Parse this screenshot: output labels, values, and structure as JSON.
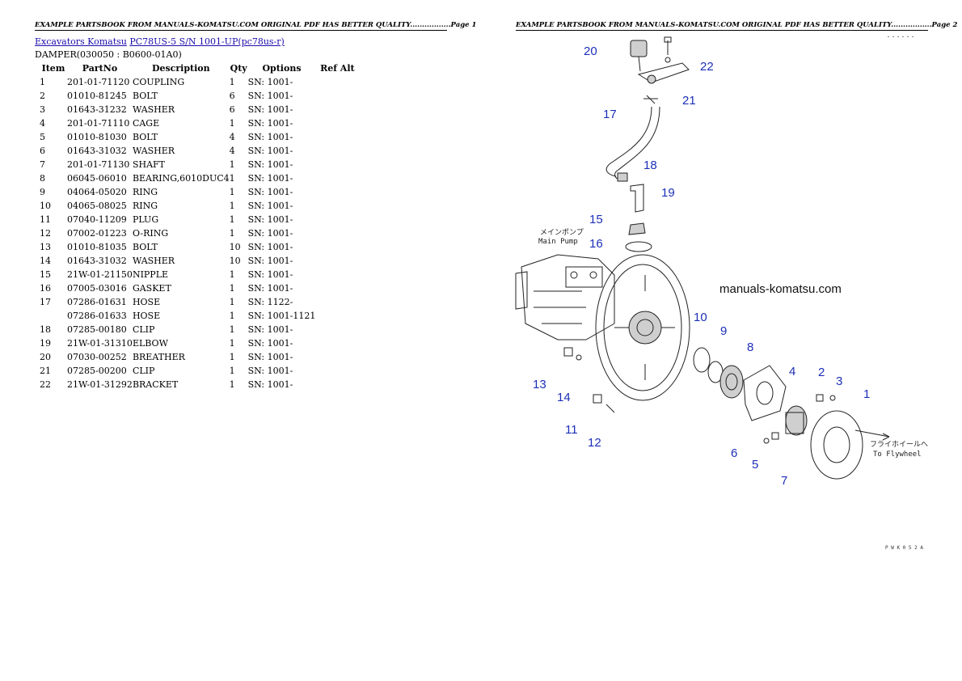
{
  "header_left": "EXAMPLE PARTSBOOK FROM MANUALS-KOMATSU.COM ORIGINAL PDF HAS BETTER QUALITY.................Page 1",
  "header_right": "EXAMPLE PARTSBOOK FROM MANUALS-KOMATSU.COM ORIGINAL PDF HAS BETTER QUALITY.................Page 2",
  "breadcrumb": {
    "link1": "Excavators Komatsu",
    "link2": "PC78US-5 S/N 1001-UP(pc78us-r)"
  },
  "section_title": "DAMPER(030050 : B0600-01A0)",
  "columns": [
    "Item",
    "PartNo",
    "Description",
    "Qty",
    "Options",
    "Ref Alt"
  ],
  "rows": [
    [
      "1",
      "201-01-71120",
      "COUPLING",
      "1",
      "SN: 1001-",
      ""
    ],
    [
      "2",
      "01010-81245",
      "BOLT",
      "6",
      "SN: 1001-",
      ""
    ],
    [
      "3",
      "01643-31232",
      "WASHER",
      "6",
      "SN: 1001-",
      ""
    ],
    [
      "4",
      "201-01-71110",
      "CAGE",
      "1",
      "SN: 1001-",
      ""
    ],
    [
      "5",
      "01010-81030",
      "BOLT",
      "4",
      "SN: 1001-",
      ""
    ],
    [
      "6",
      "01643-31032",
      "WASHER",
      "4",
      "SN: 1001-",
      ""
    ],
    [
      "7",
      "201-01-71130",
      "SHAFT",
      "1",
      "SN: 1001-",
      ""
    ],
    [
      "8",
      "06045-06010",
      "BEARING,6010DUC4",
      "1",
      "SN: 1001-",
      ""
    ],
    [
      "9",
      "04064-05020",
      "RING",
      "1",
      "SN: 1001-",
      ""
    ],
    [
      "10",
      "04065-08025",
      "RING",
      "1",
      "SN: 1001-",
      ""
    ],
    [
      "11",
      "07040-11209",
      "PLUG",
      "1",
      "SN: 1001-",
      ""
    ],
    [
      "12",
      "07002-01223",
      "O-RING",
      "1",
      "SN: 1001-",
      ""
    ],
    [
      "13",
      "01010-81035",
      "BOLT",
      "10",
      "SN: 1001-",
      ""
    ],
    [
      "14",
      "01643-31032",
      "WASHER",
      "10",
      "SN: 1001-",
      ""
    ],
    [
      "15",
      "21W-01-21150",
      "NIPPLE",
      "1",
      "SN: 1001-",
      ""
    ],
    [
      "16",
      "07005-03016",
      "GASKET",
      "1",
      "SN: 1001-",
      ""
    ],
    [
      "17",
      "07286-01631",
      "HOSE",
      "1",
      "SN: 1122-",
      ""
    ],
    [
      "",
      "07286-01633",
      "HOSE",
      "1",
      "SN: 1001-1121",
      ""
    ],
    [
      "18",
      "07285-00180",
      "CLIP",
      "1",
      "SN: 1001-",
      ""
    ],
    [
      "19",
      "21W-01-31310",
      "ELBOW",
      "1",
      "SN: 1001-",
      ""
    ],
    [
      "20",
      "07030-00252",
      "BREATHER",
      "1",
      "SN: 1001-",
      ""
    ],
    [
      "21",
      "07285-00200",
      "CLIP",
      "1",
      "SN: 1001-",
      ""
    ],
    [
      "22",
      "21W-01-31292",
      "BRACKET",
      "1",
      "SN: 1001-",
      ""
    ]
  ],
  "diagram": {
    "watermark": "manuals-komatsu.com",
    "main_pump_jp": "メインポンプ",
    "main_pump_en": "Main Pump",
    "flywheel_jp": "フライホイールへ",
    "flywheel_en": "To Flywheel",
    "corner_code_top": "・・・・・・",
    "corner_code_bottom": "P W K 0 5 2 A",
    "callouts": [
      "1",
      "2",
      "3",
      "4",
      "5",
      "6",
      "7",
      "8",
      "9",
      "10",
      "11",
      "12",
      "13",
      "14",
      "15",
      "16",
      "17",
      "18",
      "19",
      "20",
      "21",
      "22"
    ]
  },
  "colors": {
    "callout": "#1c2fb8",
    "link": "#1a0dab"
  }
}
